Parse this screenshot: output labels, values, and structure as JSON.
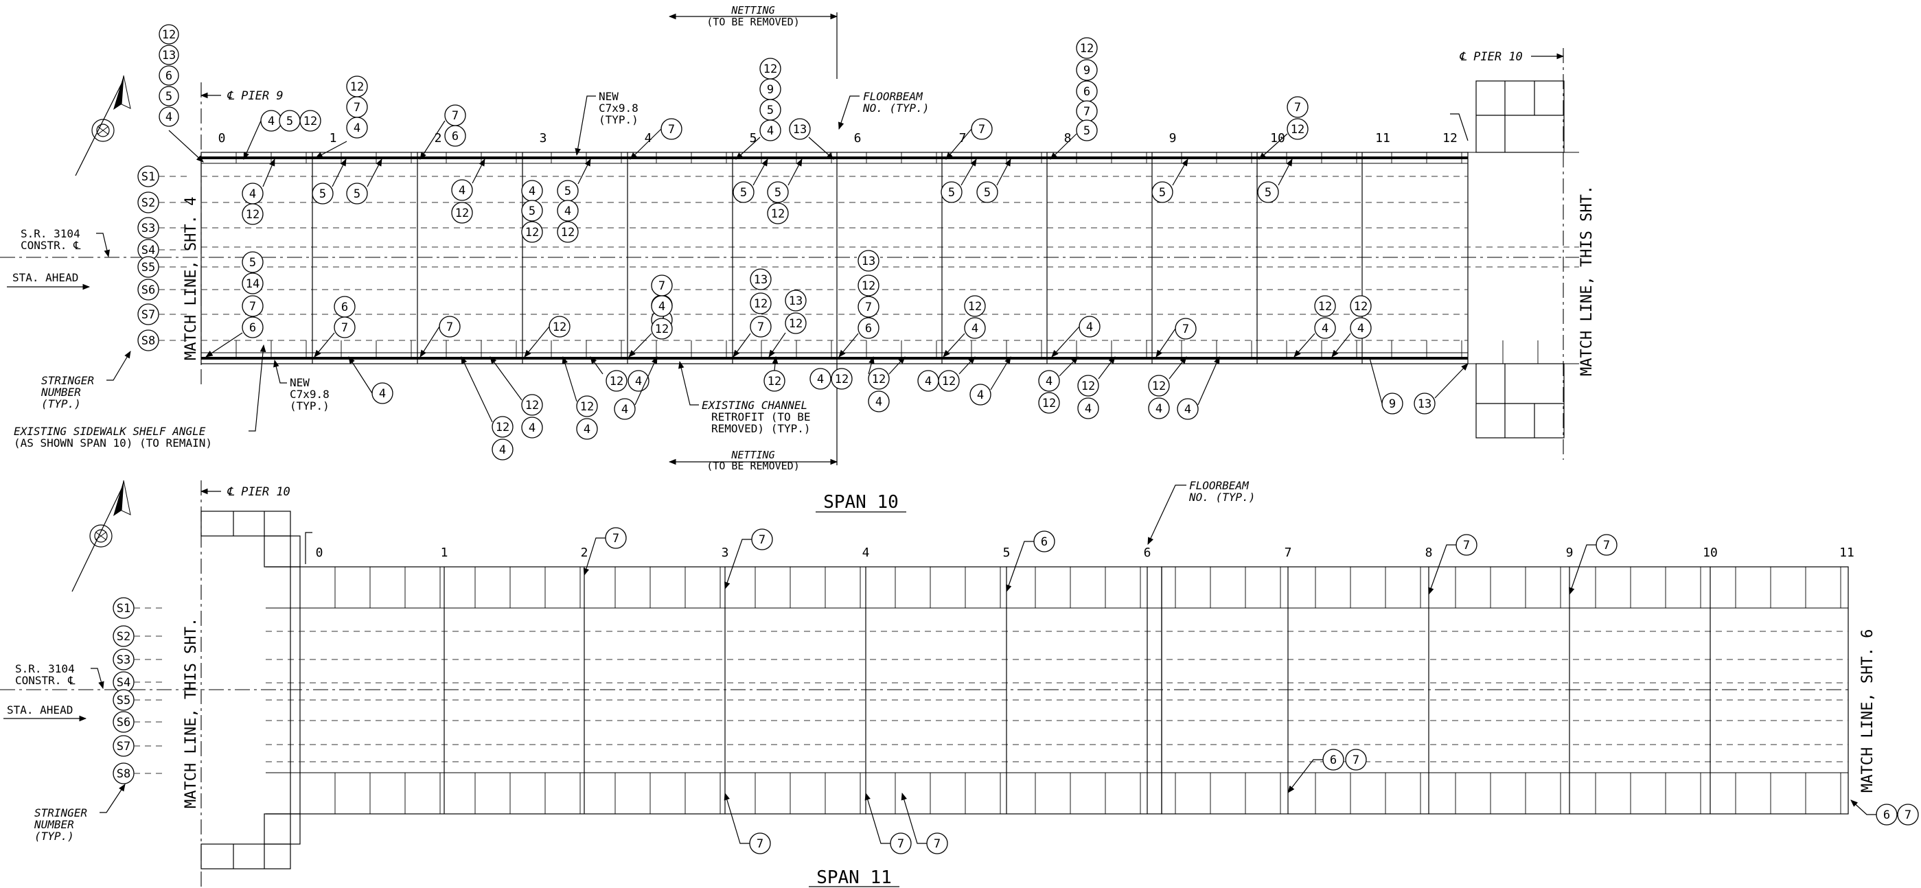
{
  "span10": {
    "title": "SPAN 10",
    "pier_left": "℄ PIER 9",
    "pier_right": "℄ PIER 10",
    "match_left": "MATCH LINE, SHT. 4",
    "match_right": "MATCH LINE, THIS SHT.",
    "floorbeams": [
      "0",
      "1",
      "2",
      "3",
      "4",
      "5",
      "6",
      "7",
      "8",
      "9",
      "10",
      "11",
      "12"
    ],
    "netting_top": [
      "NETTING",
      "(TO BE REMOVED)"
    ],
    "netting_bottom": [
      "NETTING",
      "(TO BE REMOVED)"
    ],
    "new_channel_top": [
      "NEW",
      "C7x9.8",
      "(TYP.)"
    ],
    "new_channel_bottom": [
      "NEW",
      "C7x9.8",
      "(TYP.)"
    ],
    "floorbeam_note": [
      "FLOORBEAM",
      "NO. (TYP.)"
    ],
    "existing_channel": [
      "EXISTING CHANNEL",
      "RETROFIT (TO BE",
      "REMOVED) (TYP.)"
    ],
    "sidewalk_note": [
      "EXISTING SIDEWALK SHELF ANGLE",
      "(AS SHOWN SPAN 10) (TO REMAIN)"
    ],
    "sr_note": [
      "S.R. 3104",
      "CONSTR. ℄"
    ],
    "sta_ahead": "STA. AHEAD",
    "stringer_note": [
      "STRINGER",
      "NUMBER",
      "(TYP.)"
    ],
    "stringers": [
      "S1",
      "S2",
      "S3",
      "S4",
      "S5",
      "S6",
      "S7",
      "S8"
    ],
    "pier9_stack": [
      "12",
      "13",
      "6",
      "5",
      "4"
    ]
  },
  "span11": {
    "title": "SPAN 11",
    "pier_left": "℄ PIER 10",
    "match_left": "MATCH LINE, THIS SHT.",
    "match_right": "MATCH LINE, SHT. 6",
    "floorbeams": [
      "0",
      "1",
      "2",
      "3",
      "4",
      "5",
      "6",
      "7",
      "8",
      "9",
      "10",
      "11"
    ],
    "floorbeam_note": [
      "FLOORBEAM",
      "NO. (TYP.)"
    ],
    "sr_note": [
      "S.R. 3104",
      "CONSTR. ℄"
    ],
    "sta_ahead": "STA. AHEAD",
    "stringer_note": [
      "STRINGER",
      "NUMBER",
      "(TYP.)"
    ],
    "stringers": [
      "S1",
      "S2",
      "S3",
      "S4",
      "S5",
      "S6",
      "S7",
      "S8"
    ]
  }
}
